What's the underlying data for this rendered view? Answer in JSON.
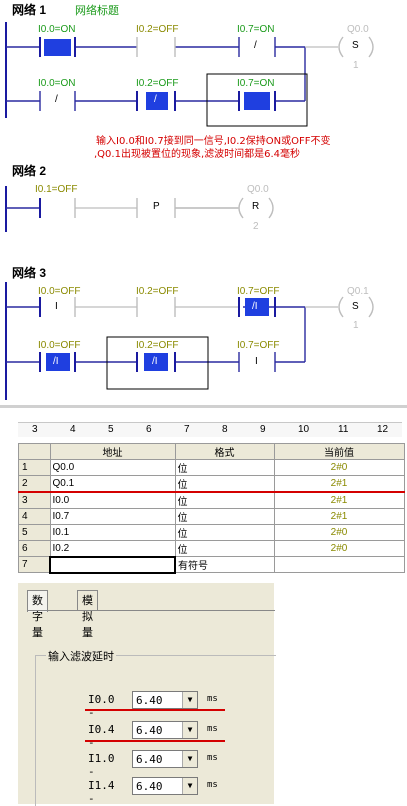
{
  "ladder": {
    "network1": {
      "label": "网络 1",
      "title": "网络标题",
      "rung1": {
        "c1": "I0.0=ON",
        "c2": "I0.2=OFF",
        "c3": "I0.7=ON",
        "coil": "Q0.0",
        "coil_op": "S",
        "coil_n": "1",
        "c3_sym": "/"
      },
      "rung2": {
        "c1": "I0.0=ON",
        "c2": "I0.2=OFF",
        "c3": "I0.7=ON",
        "c1_sym": "/",
        "c2_sym": "/"
      },
      "note_line1": "输入I0.0和I0.7接到同一信号,I0.2保持ON或OFF不变",
      "note_line2": ",Q0.1出现被置位的现象,滤波时间都是6.4毫秒"
    },
    "network2": {
      "label": "网络 2",
      "rung1": {
        "c1": "I0.1=OFF",
        "c2_sym": "P",
        "coil": "Q0.0",
        "coil_op": "R",
        "coil_n": "2"
      }
    },
    "network3": {
      "label": "网络 3",
      "rung1": {
        "c1": "I0.0=OFF",
        "c2": "I0.2=OFF",
        "c3": "I0.7=OFF",
        "c1_sym": "I",
        "c3_sym": "/I",
        "coil": "Q0.1",
        "coil_op": "S",
        "coil_n": "1"
      },
      "rung2": {
        "c1": "I0.0=OFF",
        "c2": "I0.2=OFF",
        "c3": "I0.7=OFF",
        "c1_sym": "/I",
        "c2_sym": "/I",
        "c3_sym": "I"
      }
    }
  },
  "ruler": {
    "ticks": [
      "3",
      "4",
      "5",
      "6",
      "7",
      "8",
      "9",
      "10",
      "11",
      "12"
    ]
  },
  "status_table": {
    "headers": [
      "地址",
      "格式",
      "当前值"
    ],
    "rows": [
      {
        "n": "1",
        "addr": "Q0.0",
        "fmt": "位",
        "val": "2#0"
      },
      {
        "n": "2",
        "addr": "Q0.1",
        "fmt": "位",
        "val": "2#1"
      },
      {
        "n": "3",
        "addr": "I0.0",
        "fmt": "位",
        "val": "2#1"
      },
      {
        "n": "4",
        "addr": "I0.7",
        "fmt": "位",
        "val": "2#1"
      },
      {
        "n": "5",
        "addr": "I0.1",
        "fmt": "位",
        "val": "2#0"
      },
      {
        "n": "6",
        "addr": "I0.2",
        "fmt": "位",
        "val": "2#0"
      },
      {
        "n": "7",
        "addr": "",
        "fmt": "有符号",
        "val": ""
      }
    ]
  },
  "filter_panel": {
    "tabs": [
      "数字量",
      "模拟量"
    ],
    "group_label": "输入滤波延时",
    "rows": [
      {
        "key": "I0.0 -",
        "value": "6.40",
        "unit": "ms"
      },
      {
        "key": "I0.4 -",
        "value": "6.40",
        "unit": "ms"
      },
      {
        "key": "I1.0 -",
        "value": "6.40",
        "unit": "ms"
      },
      {
        "key": "I1.4 -",
        "value": "6.40",
        "unit": "ms"
      }
    ]
  },
  "colors": {
    "on": "#1a9a1a",
    "off": "#8a8a00",
    "active_block": "#1f3fe0",
    "note": "#d40000",
    "rail": "#1a1aa0",
    "ghost": "#bdbdbd"
  }
}
